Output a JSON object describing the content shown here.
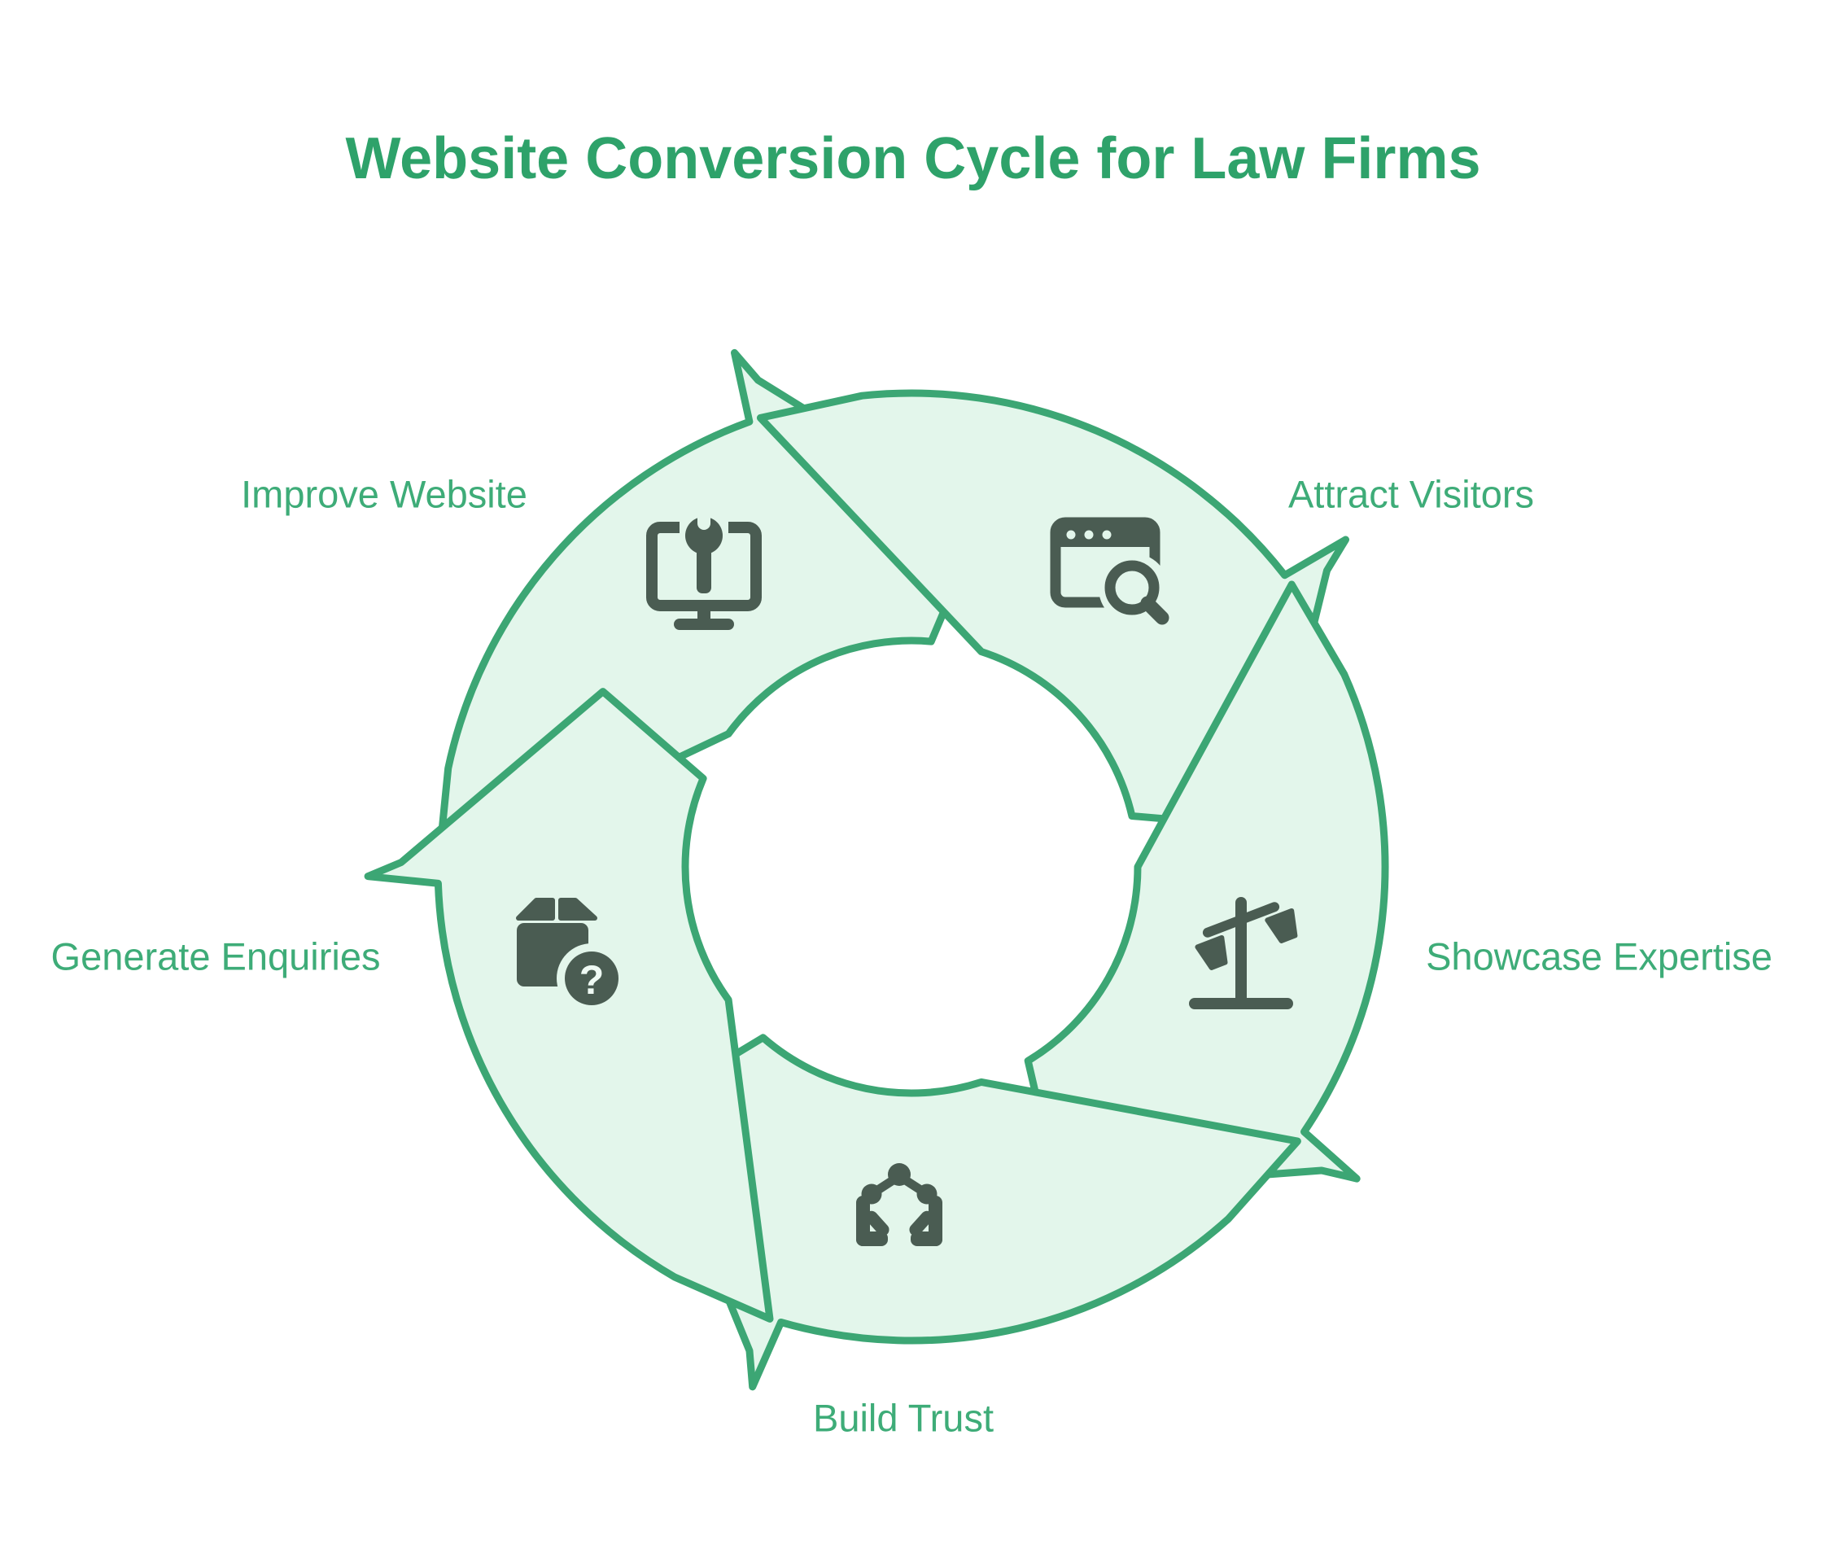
{
  "title": "Website Conversion Cycle for Law Firms",
  "stages": [
    {
      "id": "improve-website",
      "label": "Improve Website",
      "icon": "monitor-wrench"
    },
    {
      "id": "attract-visitors",
      "label": "Attract Visitors",
      "icon": "browser-search"
    },
    {
      "id": "showcase-expertise",
      "label": "Showcase Expertise",
      "icon": "scales-of-justice"
    },
    {
      "id": "build-trust",
      "label": "Build Trust",
      "icon": "hands-network"
    },
    {
      "id": "generate-enquiries",
      "label": "Generate Enquiries",
      "icon": "package-question"
    }
  ],
  "icon_glyphs": {
    "question_mark": "?"
  },
  "colors": {
    "background": "#FFFFFF",
    "ring_fill": "#E3F6EB",
    "ring_stroke": "#3CA674",
    "title_text": "#2EA26A",
    "label_text": "#3EAC78",
    "icon": "#4A5C52",
    "question_mark": "#EFFAF4"
  }
}
